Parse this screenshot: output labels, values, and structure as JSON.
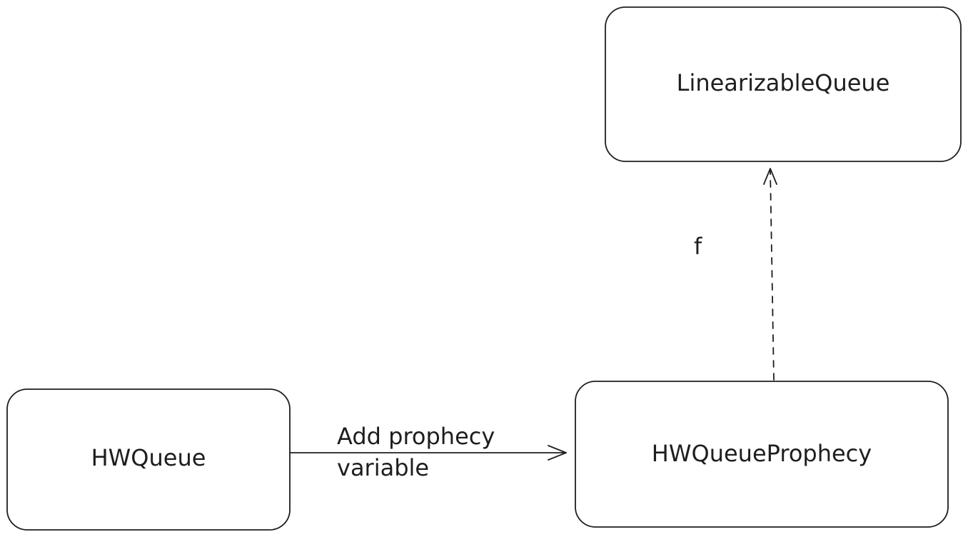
{
  "diagram": {
    "nodes": {
      "linearizable_queue": {
        "label": "LinearizableQueue"
      },
      "hw_queue": {
        "label": "HWQueue"
      },
      "hw_queue_prophecy": {
        "label": "HWQueueProphecy"
      }
    },
    "edges": {
      "add_prophecy": {
        "label_line1": "Add prophecy",
        "label_line2": "variable",
        "style": "solid"
      },
      "refinement_map": {
        "label": "f",
        "style": "dashed"
      }
    },
    "colors": {
      "stroke": "#1e1e1e",
      "background": "#ffffff"
    }
  }
}
